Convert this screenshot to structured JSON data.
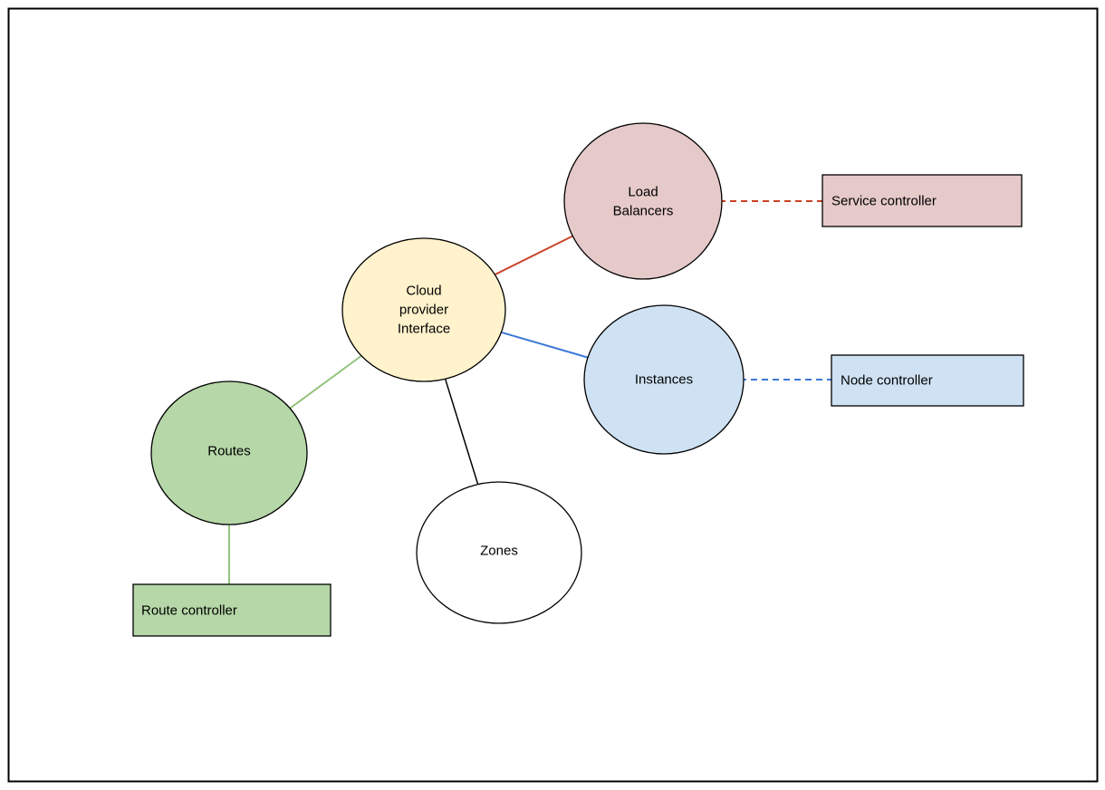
{
  "diagram": {
    "nodes": {
      "cloud": {
        "line1": "Cloud",
        "line2": "provider",
        "line3": "Interface",
        "fill": "#fff2cc"
      },
      "load_balancers": {
        "line1": "Load",
        "line2": "Balancers",
        "fill": "#e6c9c9"
      },
      "instances": {
        "label": "Instances",
        "fill": "#cfe2f3"
      },
      "routes": {
        "label": "Routes",
        "fill": "#b6d7a8"
      },
      "zones": {
        "label": "Zones",
        "fill": "#ffffff"
      }
    },
    "controllers": {
      "service": {
        "label": "Service controller",
        "fill": "#e6c9c9"
      },
      "node": {
        "label": "Node controller",
        "fill": "#cfe2f3"
      },
      "route": {
        "label": "Route controller",
        "fill": "#b6d7a8"
      }
    },
    "edge_colors": {
      "red": "#cc4125",
      "blue": "#3c78d8",
      "green": "#93c47d",
      "black": "#000000",
      "frame": "#000000"
    }
  }
}
